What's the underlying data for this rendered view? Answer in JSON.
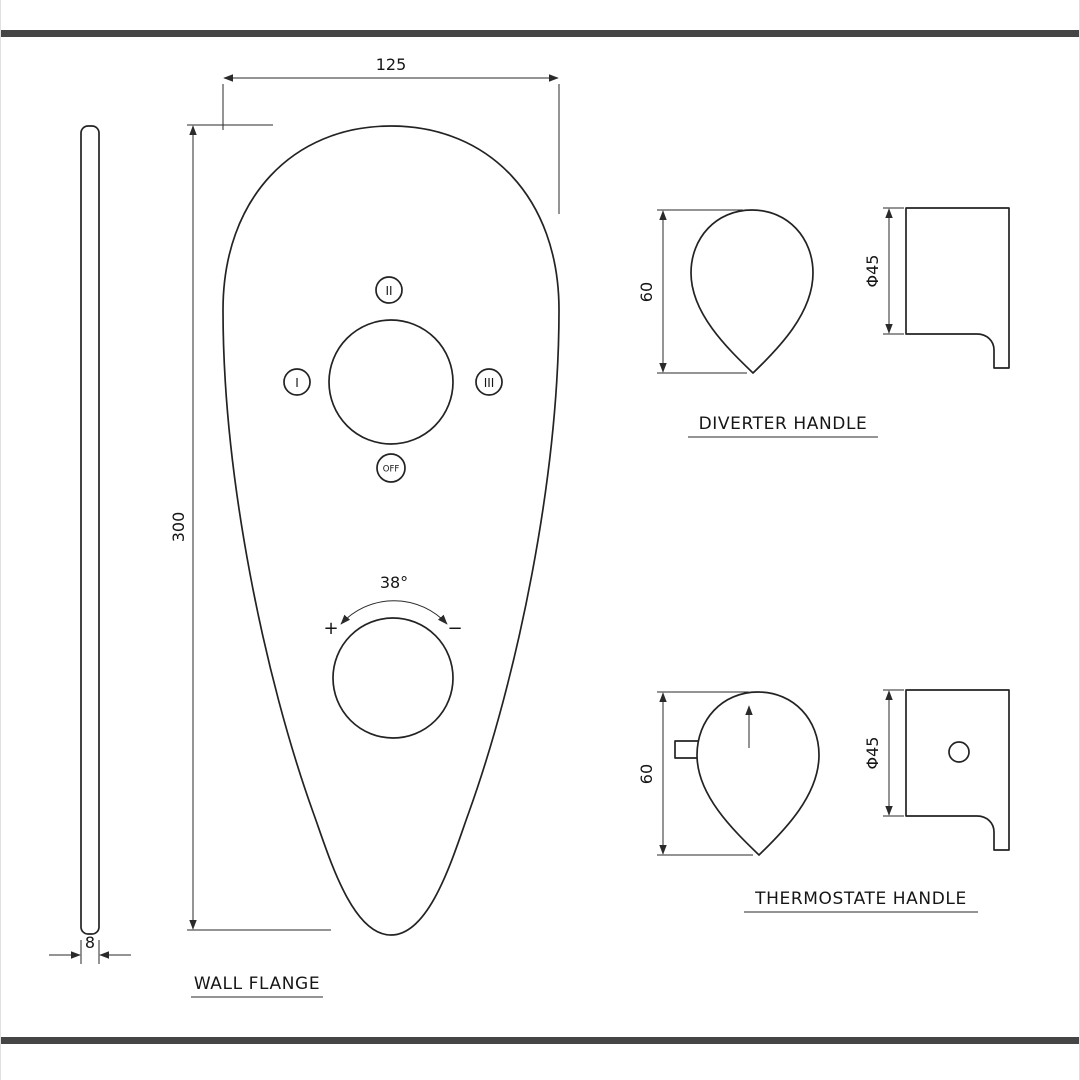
{
  "drawing": {
    "views": {
      "wall_flange_label": "WALL FLANGE",
      "diverter_handle_label": "DIVERTER HANDLE",
      "thermostate_handle_label": "THERMOSTATE HANDLE"
    },
    "dimensions": {
      "flange_width": "125",
      "flange_height": "300",
      "flange_thickness": "8",
      "diverter_height": "60",
      "diverter_diameter": "Φ45",
      "thermostat_height": "60",
      "thermostat_diameter": "Φ45",
      "swing_angle": "38°"
    },
    "markings": {
      "pos_top": "II",
      "pos_left": "I",
      "pos_right": "III",
      "pos_off": "OFF",
      "plus": "+",
      "minus": "−"
    },
    "colors": {
      "line": "#232323",
      "background": "#ffffff",
      "frame_bar": "#454545"
    }
  }
}
